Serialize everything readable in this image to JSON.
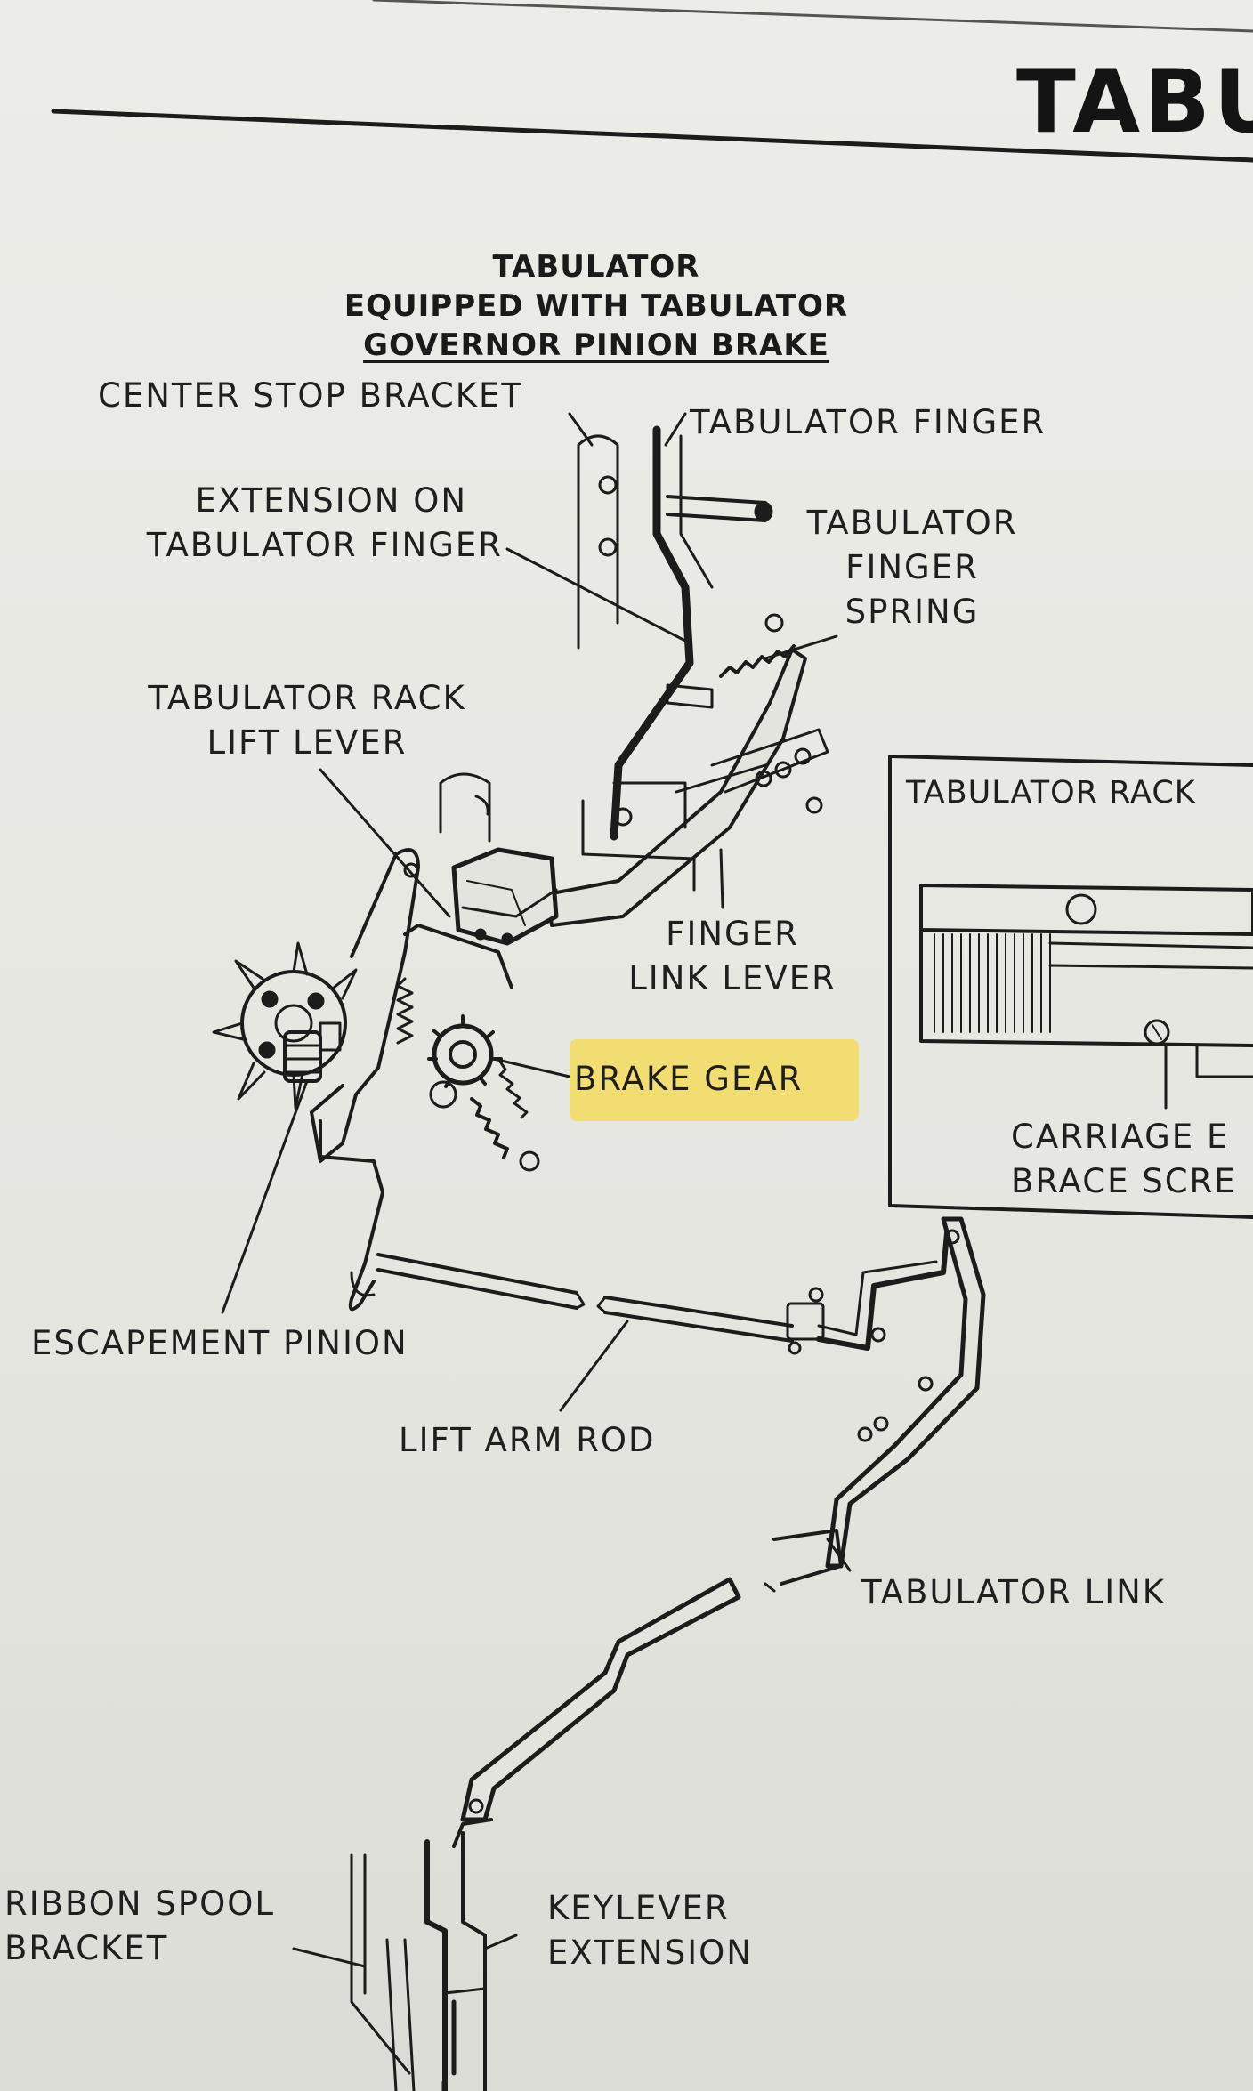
{
  "page_heading": "TABU",
  "title": {
    "line1": "TABULATOR",
    "line2": "EQUIPPED WITH TABULATOR",
    "line3": "GOVERNOR PINION BRAKE"
  },
  "labels": {
    "center_stop_bracket": "CENTER STOP BRACKET",
    "tabulator_finger": "TABULATOR FINGER",
    "extension_line1": "EXTENSION ON",
    "extension_line2": "TABULATOR FINGER",
    "finger_spring_line1": "TABULATOR",
    "finger_spring_line2": "FINGER",
    "finger_spring_line3": "SPRING",
    "rack_lift_line1": "TABULATOR RACK",
    "rack_lift_line2": "LIFT LEVER",
    "finger_link_line1": "FINGER",
    "finger_link_line2": "LINK LEVER",
    "brake_gear": "BRAKE GEAR",
    "escapement_pinion": "ESCAPEMENT PINION",
    "lift_arm_rod": "LIFT ARM ROD",
    "tabulator_link": "TABULATOR LINK",
    "ribbon_spool_line1": "RIBBON SPOOL",
    "ribbon_spool_line2": "BRACKET",
    "keylever_line1": "KEYLEVER",
    "keylever_line2": "EXTENSION"
  },
  "inset": {
    "title": "TABULATOR RACK",
    "carriage_line1": "CARRIAGE E",
    "carriage_line2": "BRACE SCRE"
  },
  "colors": {
    "paper": "#e9e9e5",
    "ink": "#1f1f1f",
    "highlight": "#f3dc66"
  }
}
